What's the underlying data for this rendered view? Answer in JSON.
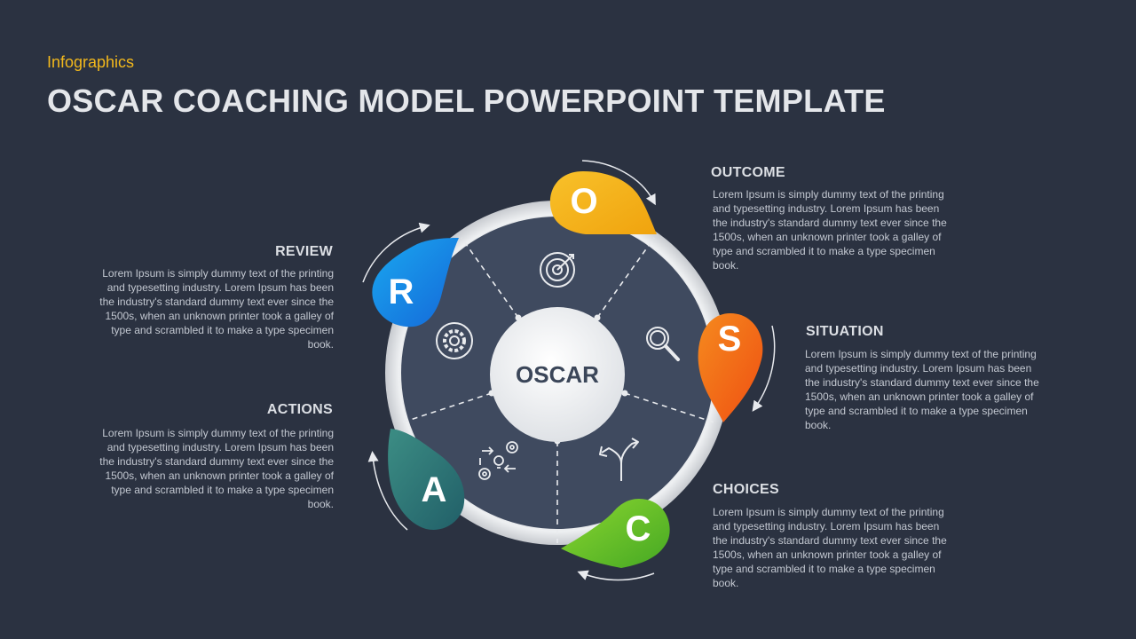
{
  "header": {
    "kicker": "Infographics",
    "title": "OSCAR COACHING MODEL POWERPOINT TEMPLATE"
  },
  "center_label": "OSCAR",
  "steps": [
    {
      "letter": "O",
      "heading": "OUTCOME",
      "color": "#f2b51a",
      "icon": "target-icon",
      "text": "Lorem Ipsum is simply dummy text of the printing and typesetting industry. Lorem Ipsum has been the industry's standard dummy text ever since the 1500s, when an unknown printer took a galley of type and scrambled it to make a type specimen book."
    },
    {
      "letter": "S",
      "heading": "SITUATION",
      "color": "#f26a1b",
      "icon": "magnifier-icon",
      "text": "Lorem Ipsum is simply dummy text of the printing and typesetting industry. Lorem Ipsum has been the industry's standard dummy text ever since the 1500s, when an unknown printer took a galley of type and scrambled it to make a type specimen book."
    },
    {
      "letter": "C",
      "heading": "CHOICES",
      "color": "#6cc22a",
      "icon": "split-arrows-icon",
      "text": "Lorem Ipsum is simply dummy text of the printing and typesetting industry. Lorem Ipsum has been the industry's standard dummy text ever since the 1500s, when an unknown printer took a galley of type and scrambled it to make a type specimen book."
    },
    {
      "letter": "A",
      "heading": "ACTIONS",
      "color": "#2f7d78",
      "icon": "process-gears-icon",
      "text": "Lorem Ipsum is simply dummy text of the printing and typesetting industry. Lorem Ipsum has been the industry's standard dummy text ever since the 1500s, when an unknown printer took a galley of type and scrambled it to make a type specimen book."
    },
    {
      "letter": "R",
      "heading": "REVIEW",
      "color": "#1e8fe6",
      "icon": "gear-cycle-icon",
      "text": "Lorem Ipsum is simply dummy text of the printing and typesetting industry. Lorem Ipsum has been the industry's standard dummy text ever since the 1500s, when an unknown printer took a galley of type and scrambled it to make a type specimen book."
    }
  ]
}
